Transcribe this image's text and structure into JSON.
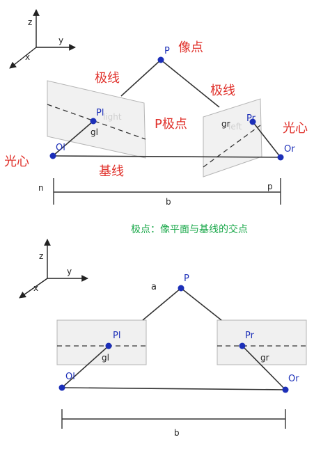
{
  "axes_top": {
    "z": "z",
    "y": "y",
    "x": "x"
  },
  "axes_bottom": {
    "z": "z",
    "y": "y",
    "x": "x"
  },
  "top": {
    "P": "P",
    "image_point": "像点",
    "epipolar_left": "极线",
    "epipolar_right": "极线",
    "epipole": "P极点",
    "optical_center_left": "光心",
    "optical_center_right": "光心",
    "baseline": "基线",
    "Pl": "Pl",
    "gl": "gl",
    "Pr": "Pr",
    "gr": "gr",
    "Ol": "Ol",
    "Or": "Or",
    "left_plane_text": "light",
    "right_plane_text": "left",
    "n": "n",
    "p": "p",
    "b": "b"
  },
  "note": "极点：像平面与基线的交点",
  "bottom": {
    "P": "P",
    "a": "a",
    "Pl": "Pl",
    "gl": "gl",
    "Pr": "Pr",
    "gr": "gr",
    "Ol": "Ol",
    "Or": "Or",
    "b": "b"
  },
  "colors": {
    "point": "#1c2fb8",
    "annotation_red": "#e0312b",
    "annotation_green": "#1aa84a",
    "plane_fill": "#f0f0f0",
    "plane_stroke": "#b5b5b5"
  }
}
